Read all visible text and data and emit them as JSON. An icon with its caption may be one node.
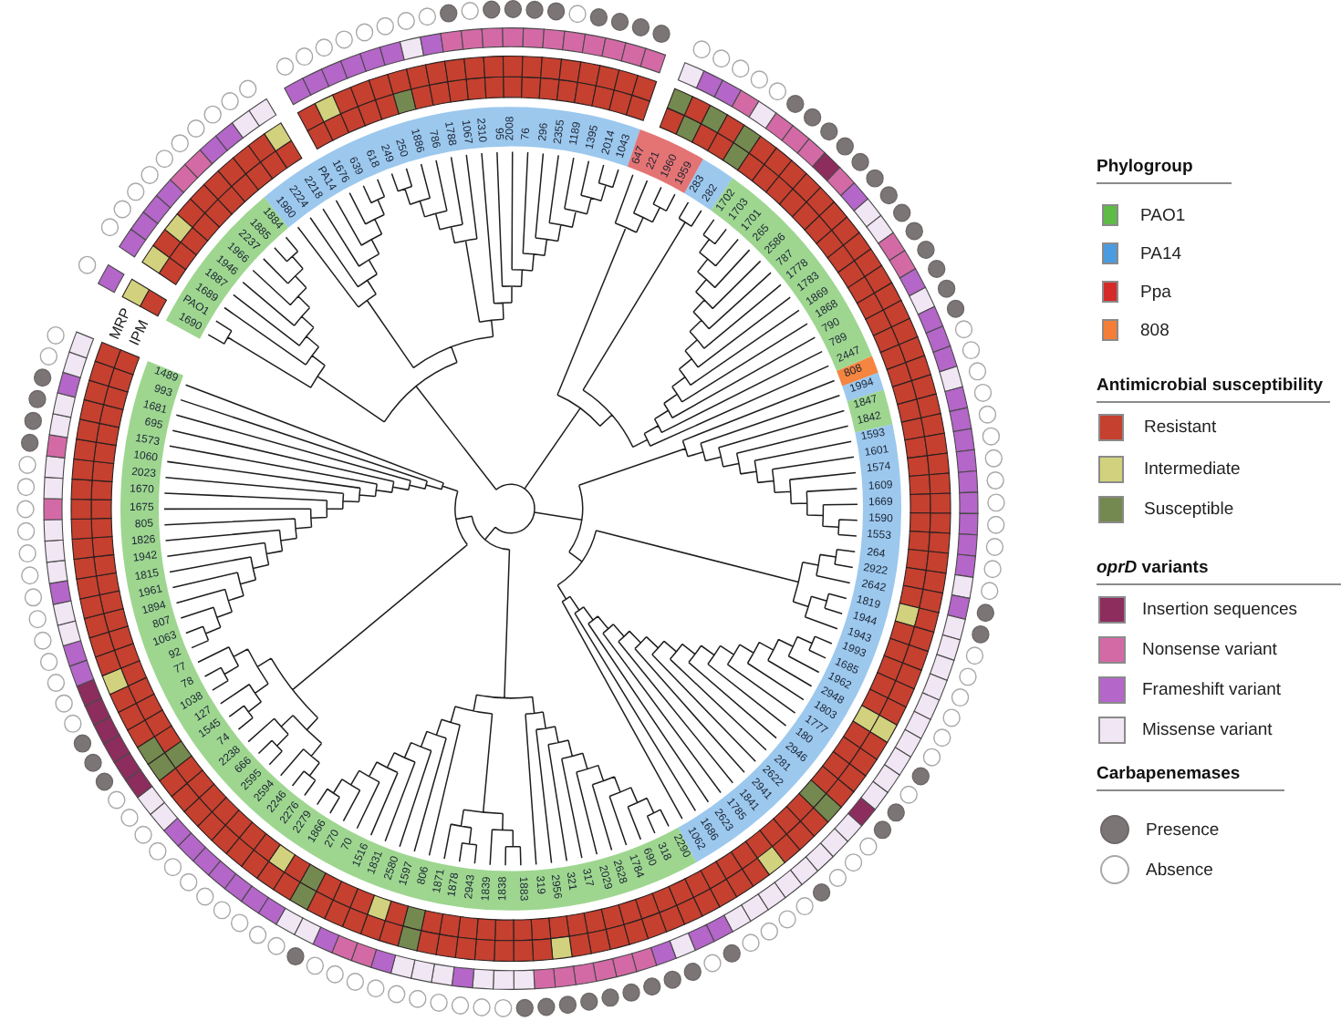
{
  "diagram": {
    "labels": [
      "MRP",
      "IPM",
      "1690",
      "PAO1",
      "1689",
      "1887",
      "1946",
      "1966",
      "2237",
      "1885",
      "1884",
      "1980",
      "2224",
      "2218",
      "PA14",
      "1676",
      "639",
      "618",
      "249",
      "250",
      "1886",
      "786",
      "1788",
      "1067",
      "2310",
      "95",
      "2008",
      "76",
      "296",
      "2355",
      "1189",
      "1395",
      "2014",
      "1043",
      "647",
      "221",
      "1960",
      "1959",
      "283",
      "282",
      "1702",
      "1703",
      "1701",
      "265",
      "2586",
      "787",
      "1778",
      "1783",
      "1869",
      "1868",
      "790",
      "789",
      "2447",
      "808",
      "1994",
      "1847",
      "1842",
      "1593",
      "1601",
      "1574",
      "1609",
      "1669",
      "1590",
      "1553",
      "264",
      "2922",
      "2642",
      "1819",
      "1944",
      "1943",
      "1993",
      "1685",
      "1962",
      "2948",
      "1803",
      "1777",
      "180",
      "2946",
      "281",
      "2622",
      "2941",
      "1841",
      "1785",
      "2623",
      "1686",
      "1062",
      "2290",
      "318",
      "690",
      "1784",
      "2628",
      "2029",
      "317",
      "321",
      "2956",
      "319",
      "1883",
      "1838",
      "1839",
      "2943",
      "1878",
      "1871",
      "806",
      "1597",
      "2580",
      "1831",
      "1516",
      "70",
      "270",
      "1866",
      "2279",
      "2276",
      "2246",
      "2594",
      "2595",
      "666",
      "2238",
      "74",
      "1545",
      "127",
      "1038",
      "78",
      "77",
      "92",
      "1063",
      "807",
      "1894",
      "1961",
      "1815",
      "1942",
      "1826",
      "805",
      "1675",
      "1670",
      "2023",
      "1060",
      "1573",
      "695",
      "1681",
      "993",
      "1489",
      "Phylogroup",
      "Antimicrobial susceptibility",
      "*oprD* variants",
      "Carbapenemases"
    ],
    "legend": [
      {
        "text": "PAO1",
        "color": "#5ebb46"
      },
      {
        "text": "PA14",
        "color": "#4b9be0"
      },
      {
        "text": "Ppa",
        "color": "#d52a2a"
      },
      {
        "text": "808",
        "color": "#f47e36"
      },
      {
        "text": "Resistant",
        "color": "#c5402f"
      },
      {
        "text": "Intermediate",
        "color": "#d2d27e"
      },
      {
        "text": "Susceptible",
        "color": "#74894f"
      },
      {
        "text": "Insertion sequences",
        "color": "#8c2d5e"
      },
      {
        "text": "Nonsense variant",
        "color": "#d36aa6"
      },
      {
        "text": "Frameshift variant",
        "color": "#b466c9"
      },
      {
        "text": "Missense variant",
        "color": "#f1e6f4"
      },
      {
        "text": "Presence",
        "color": "#7b7576"
      },
      {
        "text": "Absence",
        "color": "#ffffff"
      }
    ]
  }
}
